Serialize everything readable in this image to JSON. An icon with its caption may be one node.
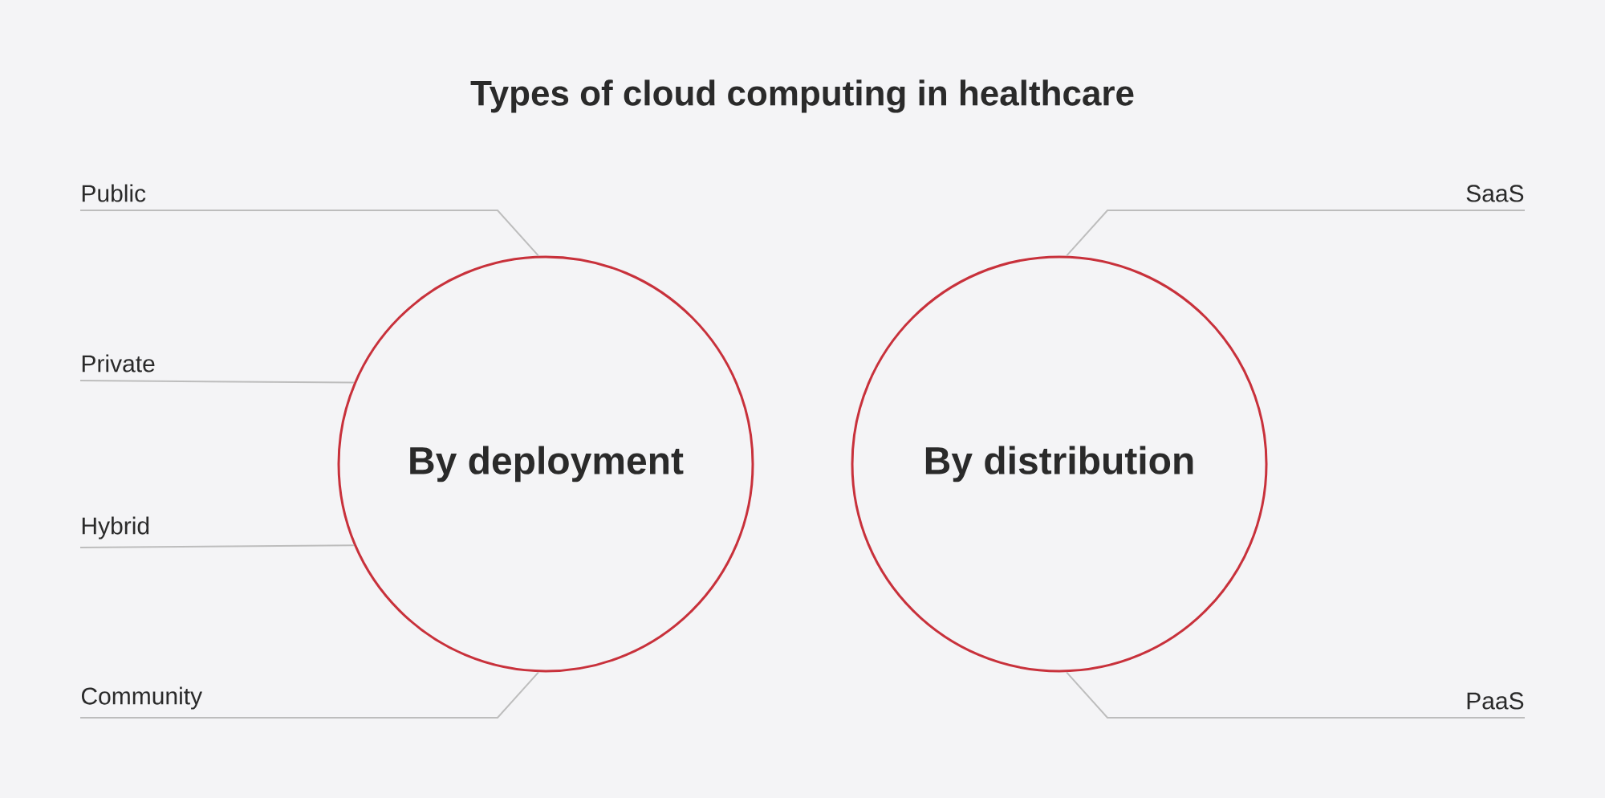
{
  "diagram": {
    "title": "Types of cloud computing in healthcare",
    "nodes": [
      {
        "text": [
          "By deployment"
        ]
      },
      {
        "text": [
          "By distribution"
        ]
      },
      {
        "text": [
          "Public"
        ]
      },
      {
        "text": [
          "Private"
        ]
      },
      {
        "text": [
          "Hybrid"
        ]
      },
      {
        "text": [
          "Community"
        ]
      },
      {
        "text": [
          "SaaS"
        ]
      },
      {
        "text": [
          "PaaS"
        ]
      }
    ],
    "edges": [
      {
        "from": 2,
        "to": 0,
        "arrow": "none"
      },
      {
        "from": 3,
        "to": 0,
        "arrow": "none"
      },
      {
        "from": 4,
        "to": 0,
        "arrow": "none"
      },
      {
        "from": 5,
        "to": 0,
        "arrow": "none"
      },
      {
        "from": 6,
        "to": 1,
        "arrow": "none"
      },
      {
        "from": 7,
        "to": 1,
        "arrow": "none"
      }
    ]
  }
}
